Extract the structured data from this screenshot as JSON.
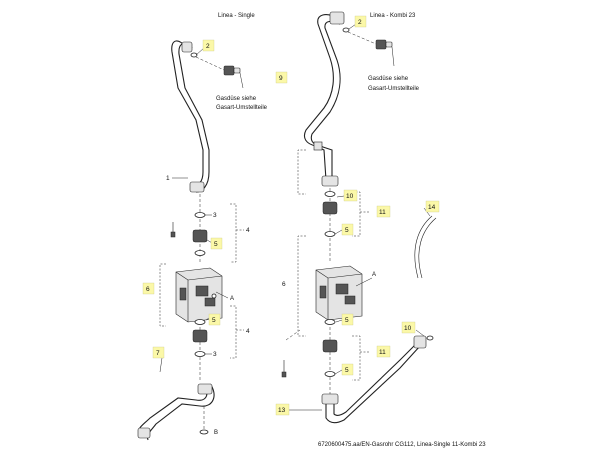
{
  "titles": {
    "left": "Linea - Single",
    "right": "Linea - Kombi 23"
  },
  "notes": {
    "left_line1": "Gasdüse siehe",
    "left_line2": "Gasart-Umstellteile",
    "right_line1": "Gasdüse siehe",
    "right_line2": "Gasart-Umstellteile"
  },
  "markers": {
    "left_A": "A",
    "left_B": "B",
    "right_A": "A"
  },
  "callouts": {
    "left": {
      "p1": "1",
      "p2": "2",
      "p3a": "3",
      "p3b": "3",
      "p4a": "4",
      "p4b": "4",
      "p5a": "5",
      "p5b": "5",
      "p6": "6",
      "p7": "7"
    },
    "right": {
      "p2": "2",
      "p9": "9",
      "p10a": "10",
      "p10b": "10",
      "p11a": "11",
      "p11b": "11",
      "p14": "14",
      "p5a": "5",
      "p5b": "5",
      "p6": "6",
      "p13": "13"
    }
  },
  "footer": {
    "caption": "6720600475.aa/EN-Gasrohr CG112, Linea-Single 11-Kombi 23"
  }
}
